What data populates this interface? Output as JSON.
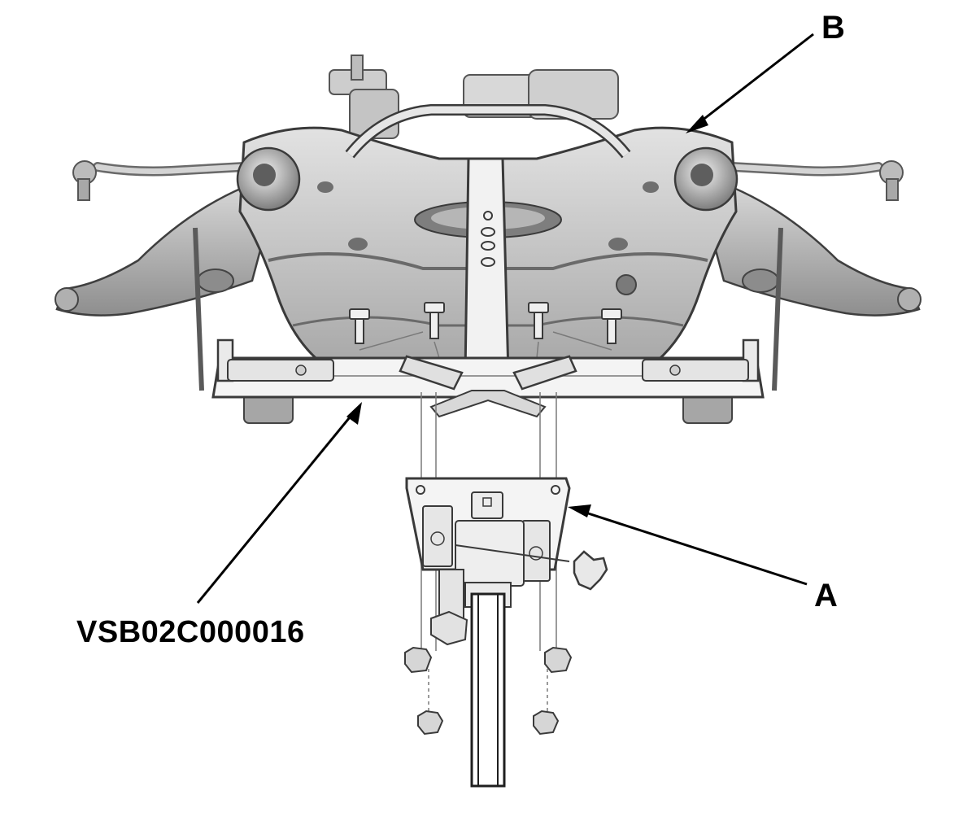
{
  "callouts": {
    "a": "A",
    "b": "B",
    "tool": "VSB02C000016"
  },
  "colors": {
    "subframe_fill": "#c9c9c9",
    "subframe_shade": "#9a9a9a",
    "outline": "#3a3a3a",
    "tool_fill": "#f2f2f2",
    "leader": "#000000"
  }
}
